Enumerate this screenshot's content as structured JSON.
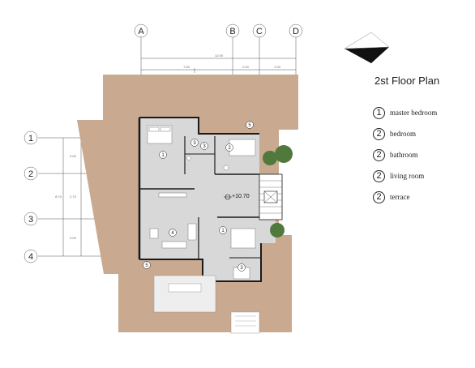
{
  "title": "2st  Floor Plan",
  "grid": {
    "columns": [
      "A",
      "B",
      "C",
      "D"
    ],
    "rows": [
      "1",
      "2",
      "3",
      "4"
    ]
  },
  "dimensions": {
    "overall_width": "12.00",
    "segments_top": [
      "7.50",
      "2.20",
      "1.00"
    ],
    "segments_left": [
      "3.00",
      "2.70",
      "3.00"
    ],
    "overall_height": "8.70"
  },
  "level": "+10.70",
  "room_badges": [
    "1",
    "2",
    "3",
    "3",
    "4",
    "1",
    "3",
    "5",
    "5"
  ],
  "legend": [
    {
      "num": "1",
      "label": "master bedroom"
    },
    {
      "num": "2",
      "label": "bedroom"
    },
    {
      "num": "2",
      "label": "bathroom"
    },
    {
      "num": "2",
      "label": "living room"
    },
    {
      "num": "2",
      "label": "terrace"
    }
  ],
  "colors": {
    "terrace": "#c9a98f",
    "interior": "#d8d8d8",
    "wall": "#1a1a1a",
    "tree": "#4f7a3c"
  }
}
